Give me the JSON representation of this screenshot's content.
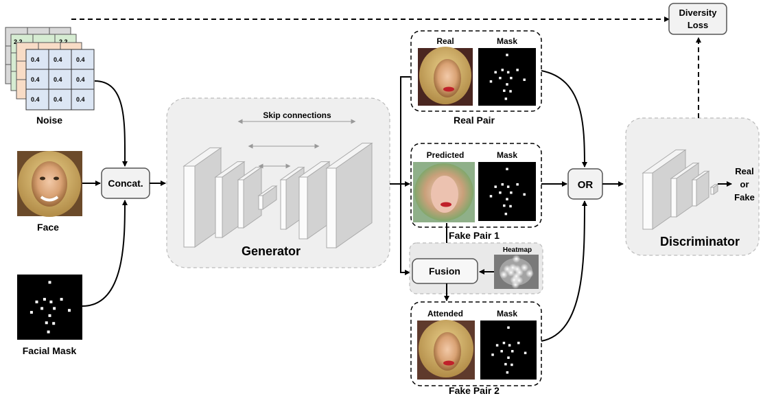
{
  "noise": {
    "label": "Noise",
    "cell_value": "0.4",
    "back_value": "2.2"
  },
  "face": {
    "label": "Face"
  },
  "facial_mask": {
    "label": "Facial Mask"
  },
  "concat": {
    "label": "Concat."
  },
  "generator": {
    "title": "Generator",
    "skip_label": "Skip connections"
  },
  "real_pair": {
    "title": "Real Pair",
    "img_label": "Real",
    "mask_label": "Mask"
  },
  "fake_pair_1": {
    "title": "Fake Pair 1",
    "img_label": "Predicted",
    "mask_label": "Mask"
  },
  "fake_pair_2": {
    "title": "Fake Pair 2",
    "img_label": "Attended",
    "mask_label": "Mask"
  },
  "fusion": {
    "label": "Fusion",
    "heatmap_label": "Heatmap"
  },
  "or_node": {
    "label": "OR"
  },
  "discriminator": {
    "title": "Discriminator",
    "output_1": "Real",
    "output_2": "or",
    "output_3": "Fake"
  },
  "diversity_loss": {
    "line1": "Diversity",
    "line2": "Loss"
  }
}
